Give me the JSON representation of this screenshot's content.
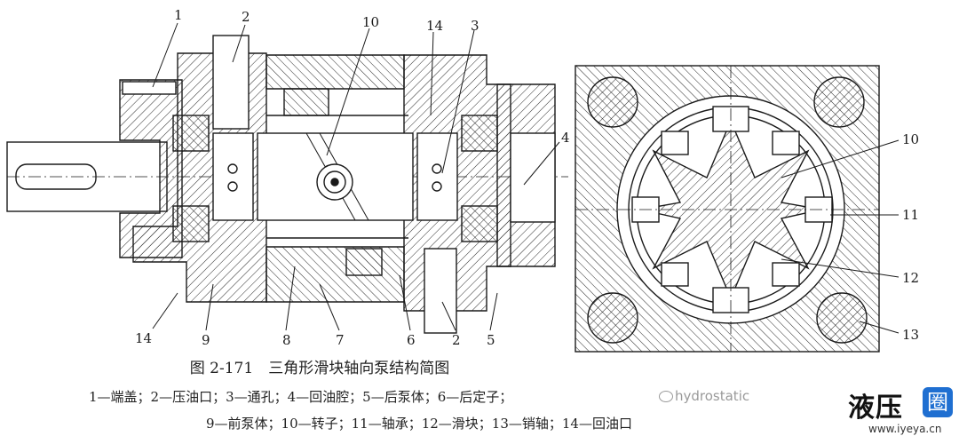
{
  "figure": {
    "caption": "图 2-171　三角形滑块轴向泵结构简图",
    "legend_line1": "1—端盖；2—压油口；3—通孔；4—回油腔；5—后泵体；6—后定子；",
    "legend_line2": "9—前泵体；10—转子；11—轴承；12—滑块；13—销轴；14—回油口",
    "watermark_text": "hydrostatic",
    "brand_name": "液压",
    "brand_box_char": "圈",
    "brand_url": "www.iyeya.cn"
  },
  "labels": {
    "l1": "1",
    "l2_top": "2",
    "l10_top": "10",
    "l14_top": "14",
    "l3": "3",
    "l4": "4",
    "l14_bottom": "14",
    "l9": "9",
    "l8": "8",
    "l7": "7",
    "l6": "6",
    "l2_bottom": "2",
    "l5": "5",
    "r10": "10",
    "r11": "11",
    "r12": "12",
    "r13": "13"
  },
  "colors": {
    "line": "#1a1a1a",
    "hatch": "#2a2a2a",
    "brand_blue": "#1f6fd1"
  }
}
